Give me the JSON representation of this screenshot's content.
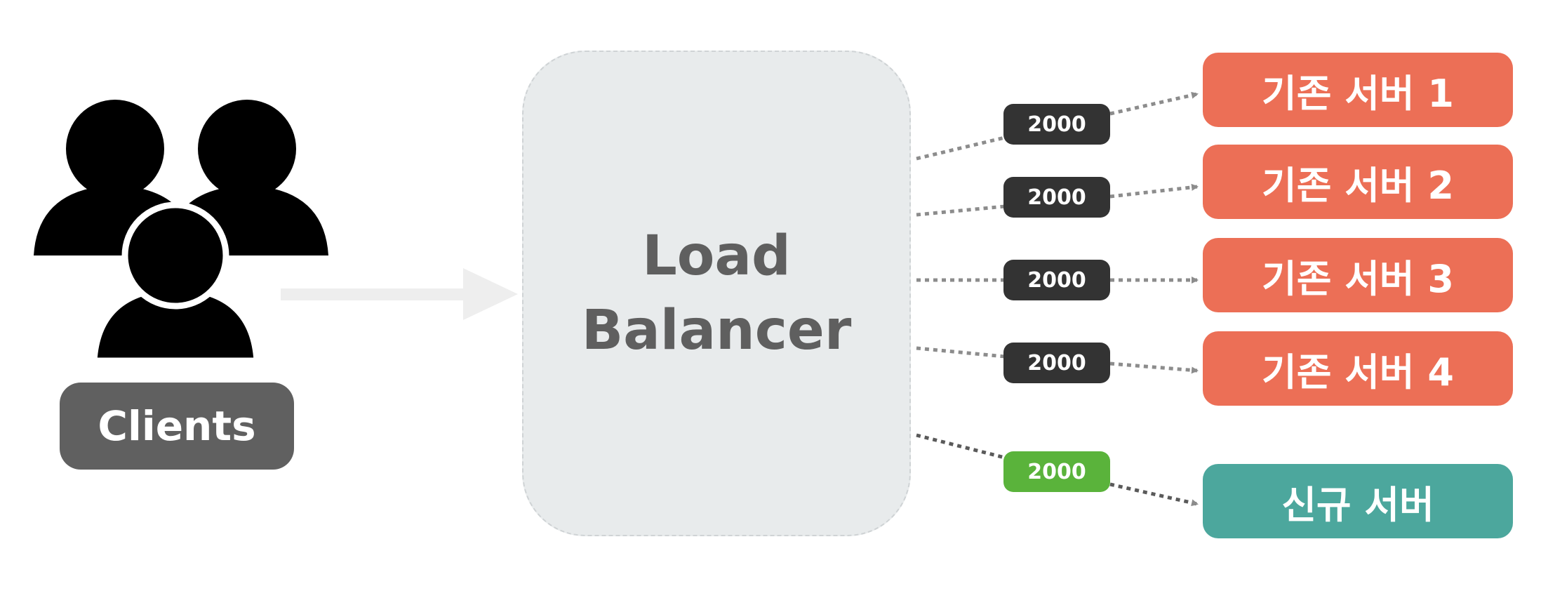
{
  "load_balancer": {
    "label": "Load\nBalancer"
  },
  "clients": {
    "label": "Clients"
  },
  "servers": [
    {
      "label": "기존 서버 1",
      "kind": "existing",
      "requests": "2000"
    },
    {
      "label": "기존 서버 2",
      "kind": "existing",
      "requests": "2000"
    },
    {
      "label": "기존 서버 3",
      "kind": "existing",
      "requests": "2000"
    },
    {
      "label": "기존 서버 4",
      "kind": "existing",
      "requests": "2000"
    },
    {
      "label": "신규 서버",
      "kind": "new",
      "requests": "2000"
    }
  ],
  "colors": {
    "existing_server": "#ec6f56",
    "new_server": "#4ca79d",
    "badge_default": "#333333",
    "badge_new": "#5ab33b",
    "load_balancer_fill": "#e8ebec",
    "clients_label_bg": "#606060",
    "flow_arrow": "#eeeeee",
    "connector": "#8c8c8c"
  },
  "icons": {
    "clients": "users-group-icon"
  }
}
